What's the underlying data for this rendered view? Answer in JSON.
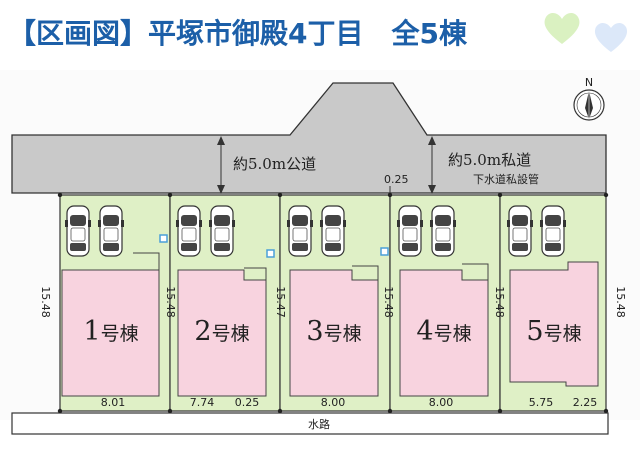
{
  "title": "【区画図】平塚市御殿4丁目　全5棟",
  "road_public": "約5.0m公道",
  "road_private": "約5.0m私道",
  "road_private_note": "下水道私設管",
  "road_offset": "0.25",
  "waterway": "水路",
  "north": "N",
  "left_depth": "15.48",
  "right_depth": "15.48",
  "lots": [
    {
      "label": "1号棟",
      "number": "1",
      "suffix": "号棟",
      "width": "8.01"
    },
    {
      "label": "2号棟",
      "number": "2",
      "suffix": "号棟",
      "width": "7.74"
    },
    {
      "label": "3号棟",
      "number": "3",
      "suffix": "号棟",
      "width": "8.00"
    },
    {
      "label": "4号棟",
      "number": "4",
      "suffix": "号棟",
      "width": "8.00"
    },
    {
      "label": "5号棟",
      "number": "5",
      "suffix": "号棟",
      "width": "5.75"
    }
  ],
  "boundary_depths": [
    "15.48",
    "15.47",
    "15.48",
    "15.48"
  ],
  "extra_widths": {
    "lot2": "0.25",
    "lot5": "2.25"
  },
  "colors": {
    "title": "#1c5fa8",
    "lot": "#dff0c6",
    "house": "#f8d3df",
    "road": "#c9c9c9",
    "border": "#333333",
    "meter": "#4a9fd8"
  }
}
